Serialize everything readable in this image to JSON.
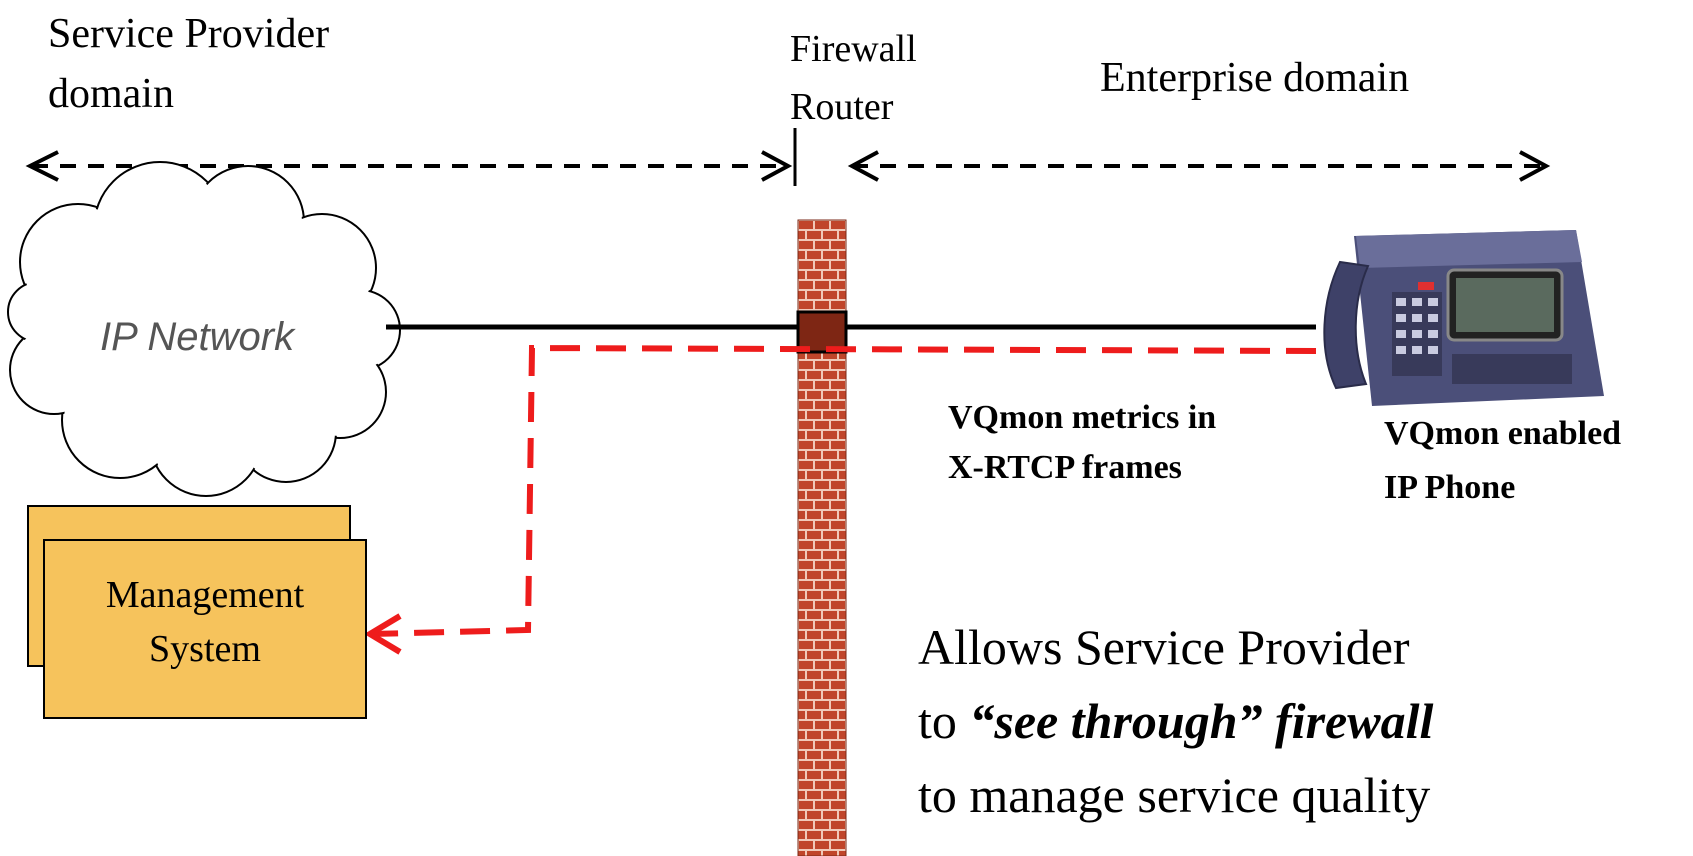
{
  "labels": {
    "service_provider_line1": "Service  Provider",
    "service_provider_line2": "domain",
    "firewall_line1": "Firewall",
    "firewall_line2": "Router",
    "enterprise_domain": "Enterprise domain",
    "ip_network": "IP Network",
    "management_line1": "Management",
    "management_line2": "System",
    "vqmon_metrics_line1": "VQmon metrics in",
    "vqmon_metrics_line2": "X-RTCP frames",
    "vqmon_phone_line1": "VQmon enabled",
    "vqmon_phone_line2": "IP Phone",
    "allows_line1": "Allows Service Provider",
    "allows_line2_prefix": "to ",
    "allows_line2_emphasis": "“see through” firewall",
    "allows_line3": "to manage service quality"
  },
  "colors": {
    "firewall_brick": "#c0452a",
    "firewall_mortar": "#f1c9b8",
    "management_box": "#f6c35c",
    "rtcp_path": "#ee1c1c",
    "phone_body": "#4b4f79"
  }
}
